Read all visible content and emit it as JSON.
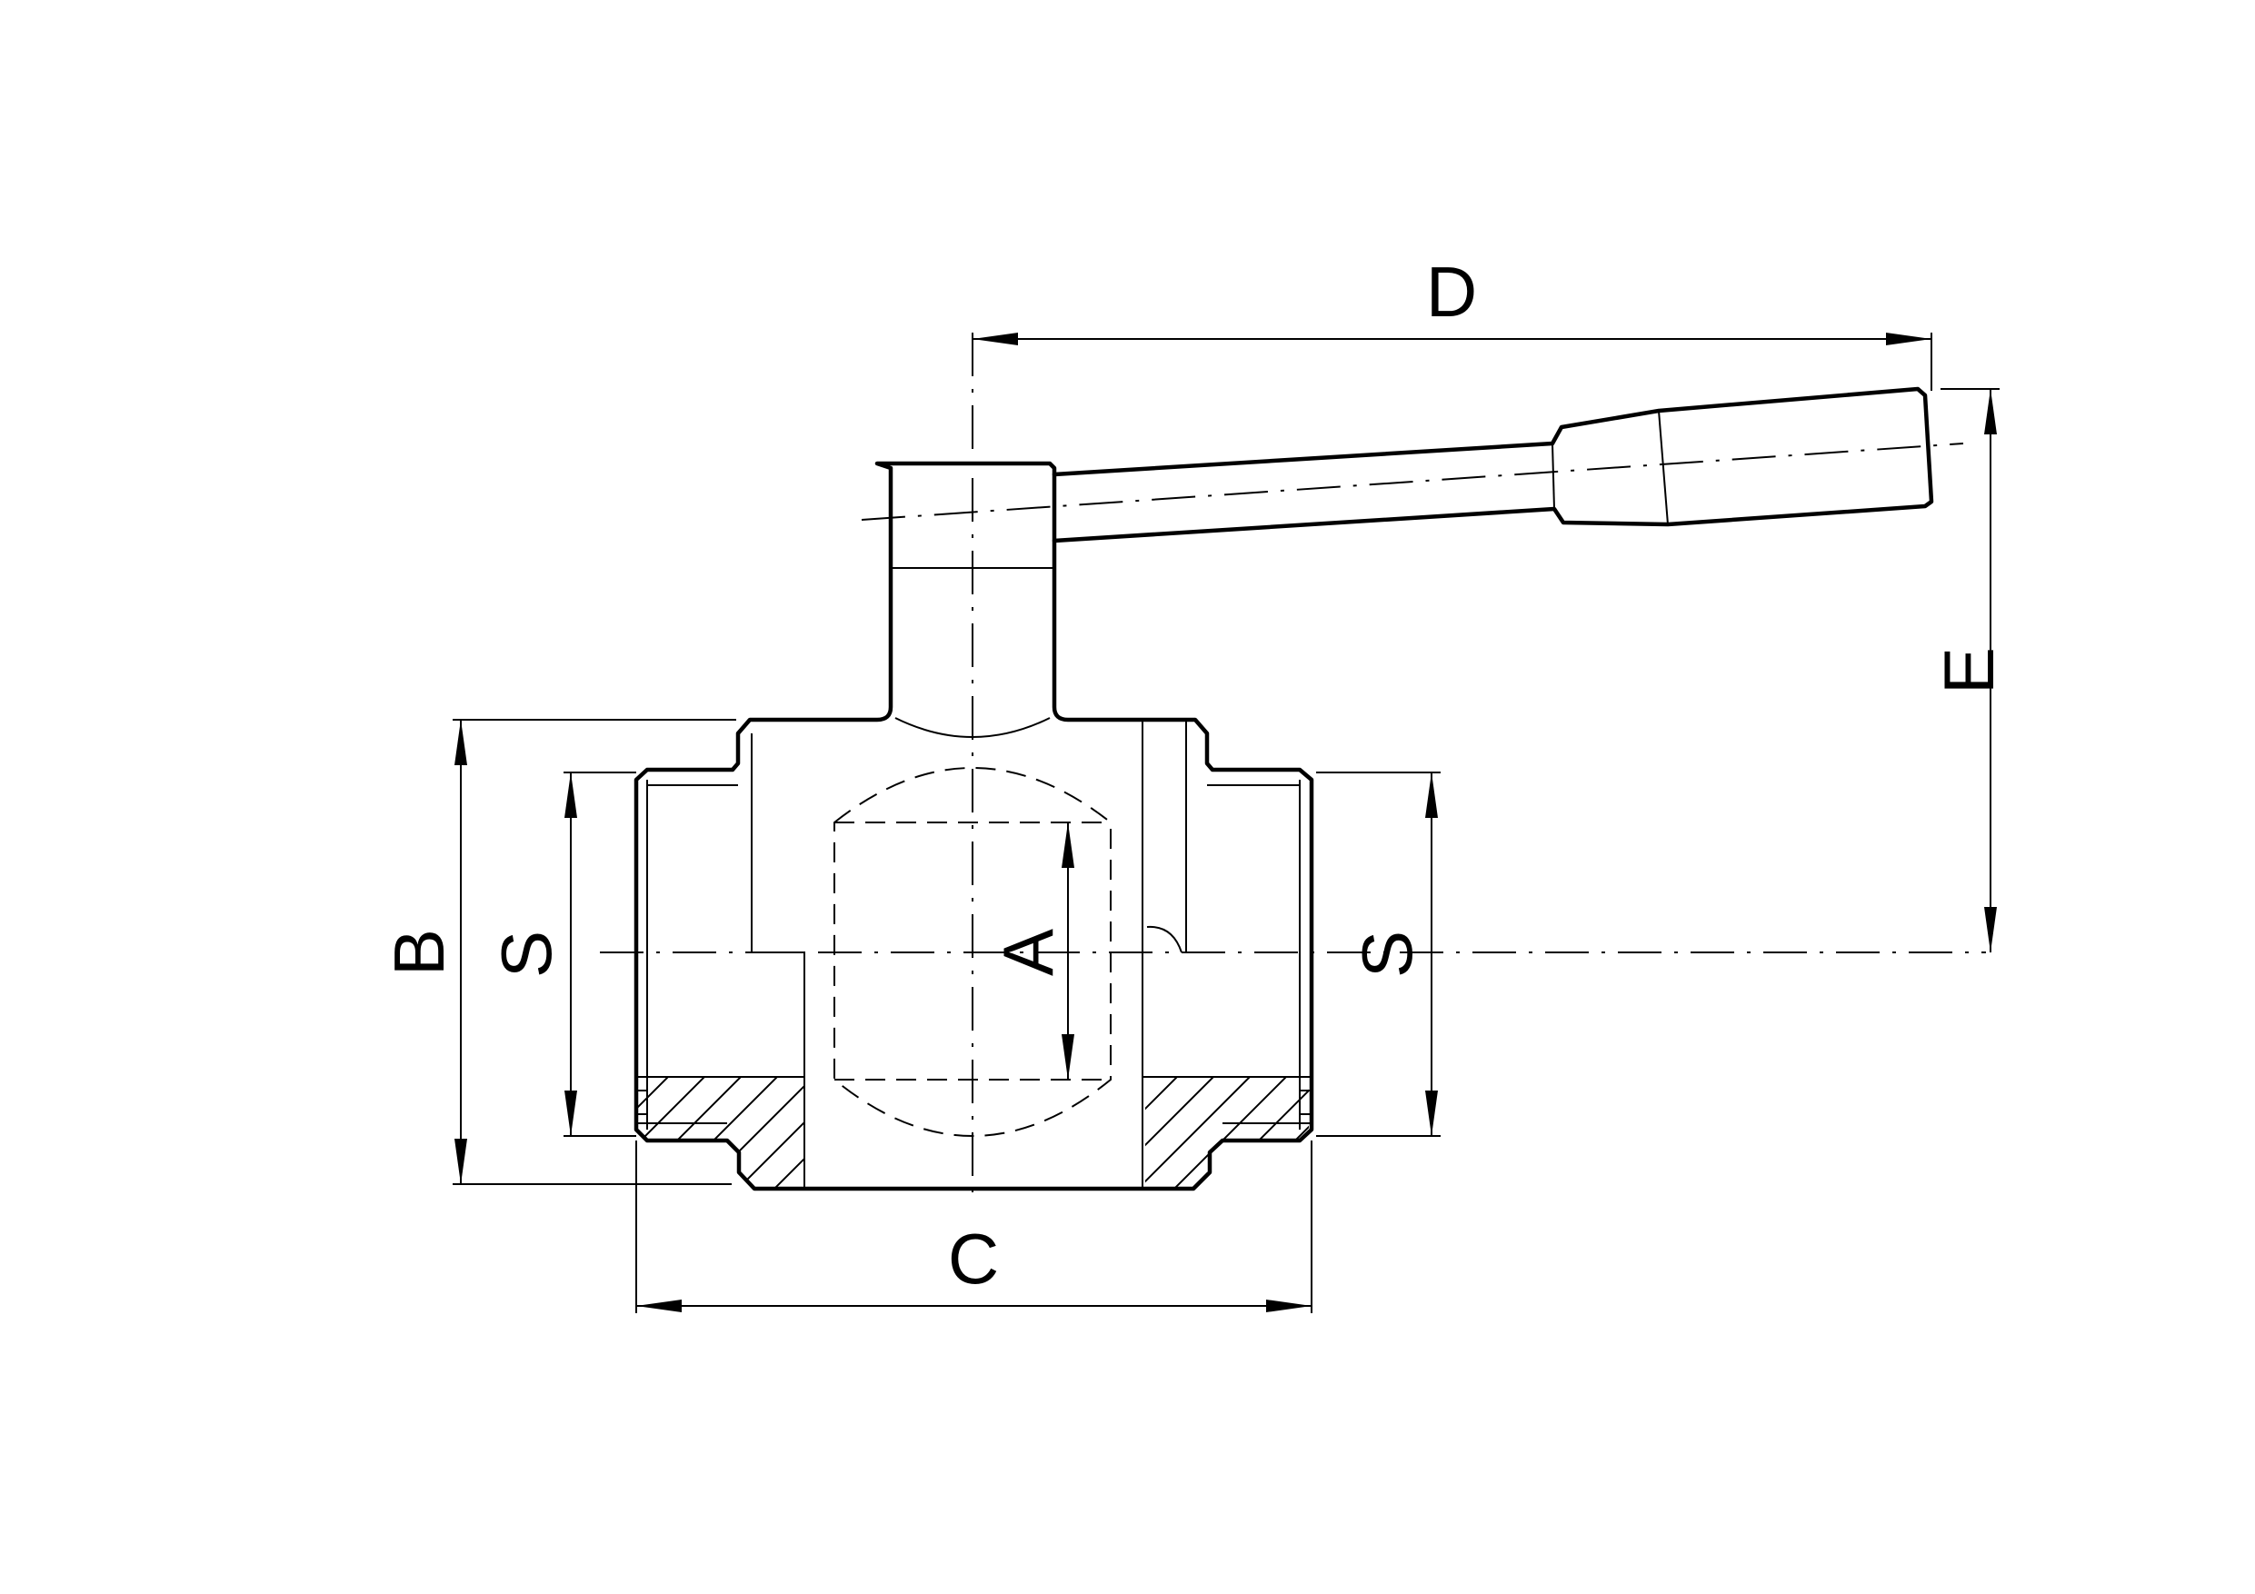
{
  "labels": {
    "d": "D",
    "e": "E",
    "b": "B",
    "s_left": "S",
    "s_right": "S",
    "a": "A",
    "c": "C"
  }
}
